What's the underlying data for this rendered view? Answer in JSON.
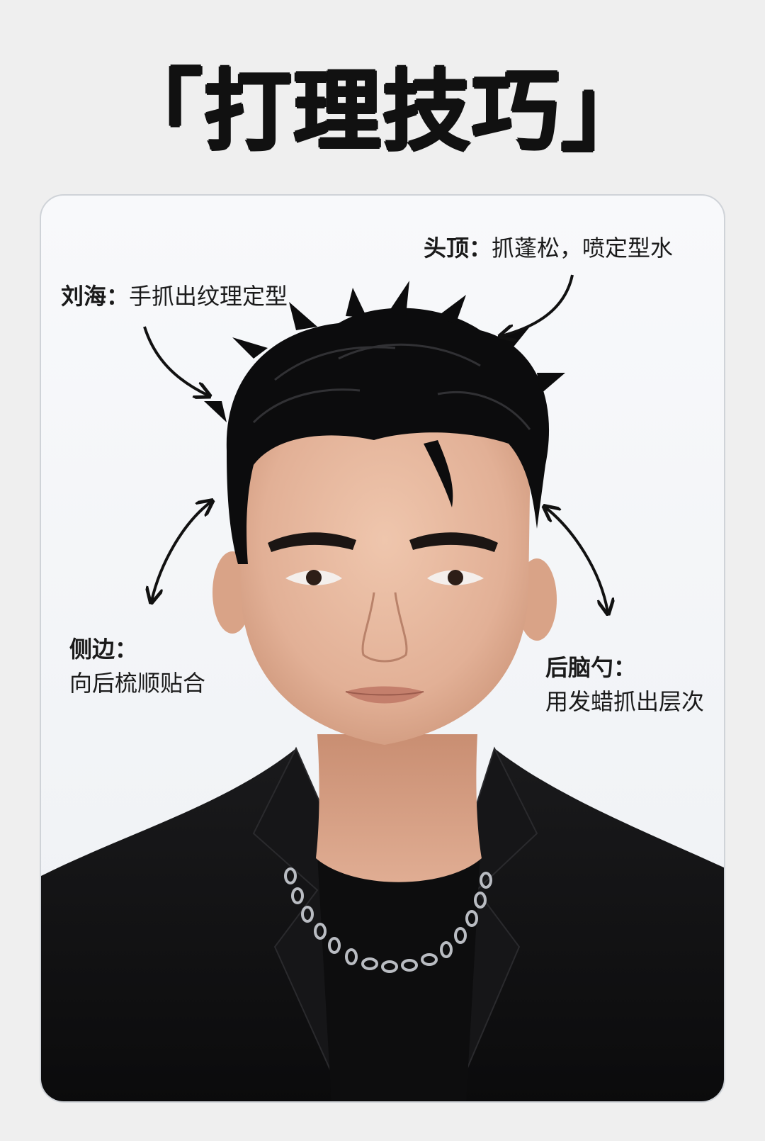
{
  "title": "「打理技巧」",
  "annotations": {
    "top": {
      "label": "头顶：",
      "text": "抓蓬松，喷定型水"
    },
    "bangs": {
      "label": "刘海：",
      "text": "手抓出纹理定型"
    },
    "side": {
      "label": "侧边：",
      "text": "向后梳顺贴合"
    },
    "back": {
      "label": "后脑勺：",
      "text": "用发蜡抓出层次"
    }
  },
  "colors": {
    "background": "#efefef",
    "card": "#f6f7f9",
    "text": "#111111",
    "hair": "#0c0c0d",
    "jacket": "#0f0f10",
    "skin": "#e7b9a0"
  }
}
